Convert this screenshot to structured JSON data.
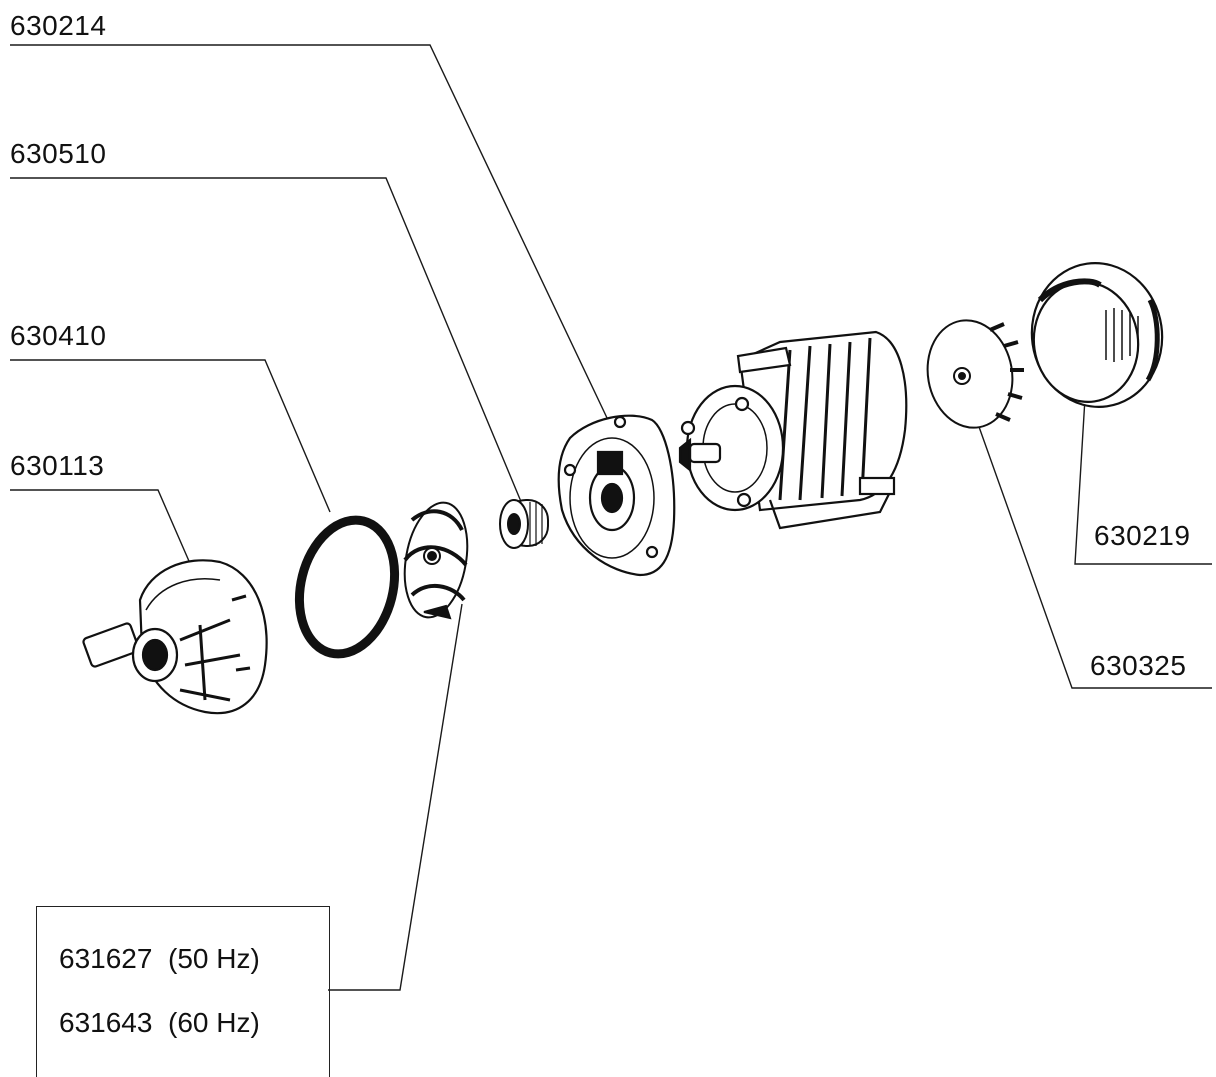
{
  "callouts": {
    "p630214": "630214",
    "p630510": "630510",
    "p630410": "630410",
    "p630113": "630113",
    "p630219": "630219",
    "p630325": "630325"
  },
  "impeller_box": {
    "line1": "631627  (50 Hz)",
    "line2": "631643  (60 Hz)"
  },
  "line_color": "#1a1a1a"
}
